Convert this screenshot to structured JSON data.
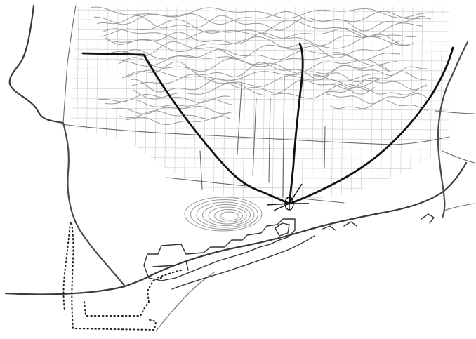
{
  "map": {
    "colors": {
      "background": "#ffffff",
      "contour": "#9a9a9a",
      "grid": "#d4d4d4",
      "road": "#6a6a6a",
      "coast": "#3a3a3a",
      "river": "#4a4a4a",
      "radial_axis": "#111111",
      "dotted_route": "#222222",
      "pier": "#333333"
    },
    "layers": [
      "street-grid",
      "contour-lines",
      "coastline",
      "rivers",
      "roads",
      "harbor-piers",
      "radial-axes",
      "focal-node",
      "dotted-route"
    ]
  }
}
